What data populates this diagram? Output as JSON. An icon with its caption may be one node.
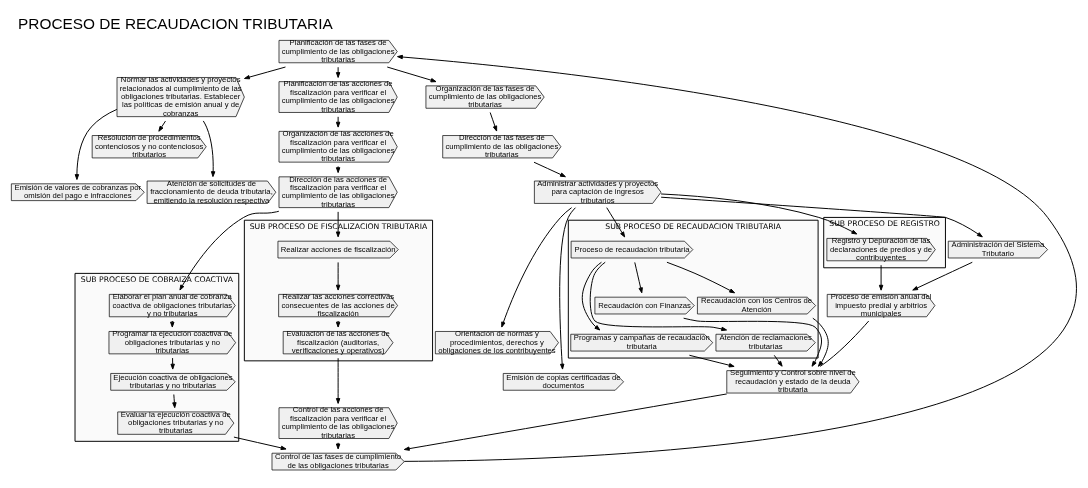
{
  "diagram": {
    "title": "PROCESO DE RECAUDACION TRIBUTARIA",
    "nodes": [
      {
        "text": [
          "Planificación de las fases de cumplimiento de las obligaciones tributarias"
        ]
      },
      {
        "text": [
          "Organización de las fases de cumplimiento de las obligaciones tributarias"
        ]
      },
      {
        "text": [
          "Dirección de las fases de cumplimiento de las obligaciones tributarias"
        ]
      },
      {
        "text": [
          "Normar las actividades y proyectos relacionados al cumplimiento de las obligaciones tributarias. Establecer las políticas de emisión anual y de cobranzas"
        ]
      },
      {
        "text": [
          "Planificación de las acciones de fiscalización para verificar el cumplimiento de las obligaciones tributarias"
        ]
      },
      {
        "text": [
          "Organización de las acciones de fiscalización para verificar el cumplimiento de las obligaciones tributarias"
        ]
      },
      {
        "text": [
          "Dirección de las acciones de fiscalización para verificar el cumplimiento de las obligaciones tributarias"
        ]
      },
      {
        "text": [
          "Administrar actividades y proyectos para captación de ingresos tributarios"
        ]
      },
      {
        "text": [
          "Resolución de procedimientos contenciosos y no contenciosos tributarios"
        ]
      },
      {
        "text": [
          "Atención de solicitudes de fraccionamiento de deuda tributaria, emitiendo la resolución respectiva"
        ]
      },
      {
        "text": [
          "Emisión de valores de cobranzas por omisión del pago e infracciones"
        ]
      },
      {
        "text": [
          "SUB PROCESO DE REGISTRO"
        ]
      },
      {
        "text": [
          "Registro y Depuración de las declaraciones de predios y de contribuyentes"
        ],
        "in": 11
      },
      {
        "text": [
          "Administración del Sistema Tributario"
        ]
      },
      {
        "text": [
          "Proceso de emisión anual del impuesto predial y arbitrios municipales"
        ]
      },
      {
        "text": [
          "SUB PROCESO DE RECAUDACION TRIBUTARIA"
        ]
      },
      {
        "text": [
          "Proceso de recaudación tributaria"
        ],
        "in": 15
      },
      {
        "text": [
          "Recaudación con Finanzas"
        ],
        "in": 15
      },
      {
        "text": [
          "Recaudación con los Centros de Atención"
        ],
        "in": 15
      },
      {
        "text": [
          "Programas y campañas de recaudación tributaria"
        ],
        "in": 15
      },
      {
        "text": [
          "Atención de reclamaciones tributarias"
        ],
        "in": 15
      },
      {
        "text": [
          "Orientación de normas y procedimientos, derechos y obligaciones de los contribuyentes"
        ]
      },
      {
        "text": [
          "Emisión de copias certificadas de documentos"
        ]
      },
      {
        "text": [
          "SUB PROCESO DE FISCALIZACION TRIBUTARIA"
        ]
      },
      {
        "text": [
          "Realizar acciones de fiscalización"
        ],
        "in": 23
      },
      {
        "text": [
          "Realizar las acciones correctivas consecuentes de las acciones de fiscalización"
        ],
        "in": 23
      },
      {
        "text": [
          "Evaluación de las acciones de fiscalización (auditorías, verificaciones y operativos)"
        ],
        "in": 23
      },
      {
        "text": [
          "SUB PROCESO DE COBRAIZA COACTIVA"
        ]
      },
      {
        "text": [
          "Elaborar el plan anual de cobranza coactiva de obligaciones tributarias y no tributarias"
        ],
        "in": 27
      },
      {
        "text": [
          "Programar la ejecución coactiva de obligaciones tributarias y no tributarias"
        ],
        "in": 27
      },
      {
        "text": [
          "Ejecución coactiva de obligaciones tributarias y no tributarias"
        ],
        "in": 27
      },
      {
        "text": [
          "Evaluar la ejecución coactiva de obligaciones tributarias y no tributarias"
        ],
        "in": 27
      },
      {
        "text": [
          "Seguimiento y Control sobre nivel de recaudación y estado de la deuda tributaria"
        ]
      },
      {
        "text": [
          "Control de las acciones de fiscalización para verificar el cumplimiento de las obligaciones tributarias"
        ]
      },
      {
        "text": [
          "Control de las fases de cumplimiento de las obligaciones tributarias"
        ]
      }
    ],
    "edges": [
      {
        "from": 34,
        "to": 0,
        "arrow": "to"
      },
      {
        "from": 0,
        "to": 1,
        "arrow": "to"
      },
      {
        "from": 1,
        "to": 2,
        "arrow": "to"
      },
      {
        "from": 0,
        "to": 3,
        "arrow": "to"
      },
      {
        "from": 0,
        "to": 4,
        "arrow": "to"
      },
      {
        "from": 4,
        "to": 5,
        "arrow": "to"
      },
      {
        "from": 5,
        "to": 6,
        "arrow": "to"
      },
      {
        "from": 2,
        "to": 7,
        "arrow": "to"
      },
      {
        "from": 3,
        "to": 8,
        "arrow": "to"
      },
      {
        "from": 3,
        "to": 9,
        "arrow": "to"
      },
      {
        "from": 3,
        "to": 10,
        "arrow": "to"
      },
      {
        "from": 6,
        "to": 24,
        "arrow": "to"
      },
      {
        "from": 6,
        "to": 28,
        "arrow": "to"
      },
      {
        "from": 7,
        "to": 12,
        "arrow": "to"
      },
      {
        "from": 7,
        "to": 13,
        "arrow": "to"
      },
      {
        "from": 7,
        "to": 16,
        "arrow": "to"
      },
      {
        "from": 7,
        "to": 21,
        "arrow": "to"
      },
      {
        "from": 7,
        "to": 22,
        "arrow": "to"
      },
      {
        "from": 12,
        "to": 14,
        "arrow": "to"
      },
      {
        "from": 13,
        "to": 14,
        "arrow": "to"
      },
      {
        "from": 16,
        "to": 17,
        "arrow": "to"
      },
      {
        "from": 16,
        "to": 18,
        "arrow": "to"
      },
      {
        "from": 16,
        "to": 19,
        "arrow": "to"
      },
      {
        "from": 16,
        "to": 20,
        "arrow": "to"
      },
      {
        "from": 14,
        "to": 32,
        "arrow": "none"
      },
      {
        "from": 17,
        "to": 32,
        "arrow": "to"
      },
      {
        "from": 18,
        "to": 32,
        "arrow": "to"
      },
      {
        "from": 19,
        "to": 32,
        "arrow": "to"
      },
      {
        "from": 20,
        "to": 32,
        "arrow": "to"
      },
      {
        "from": 24,
        "to": 25,
        "arrow": "to"
      },
      {
        "from": 25,
        "to": 26,
        "arrow": "to"
      },
      {
        "from": 26,
        "to": 33,
        "arrow": "to"
      },
      {
        "from": 28,
        "to": 29,
        "arrow": "to"
      },
      {
        "from": 29,
        "to": 30,
        "arrow": "to"
      },
      {
        "from": 30,
        "to": 31,
        "arrow": "to"
      },
      {
        "from": 32,
        "to": 34,
        "arrow": "to"
      },
      {
        "from": 33,
        "to": 34,
        "arrow": "to"
      },
      {
        "from": 31,
        "to": 34,
        "arrow": "to"
      }
    ]
  }
}
